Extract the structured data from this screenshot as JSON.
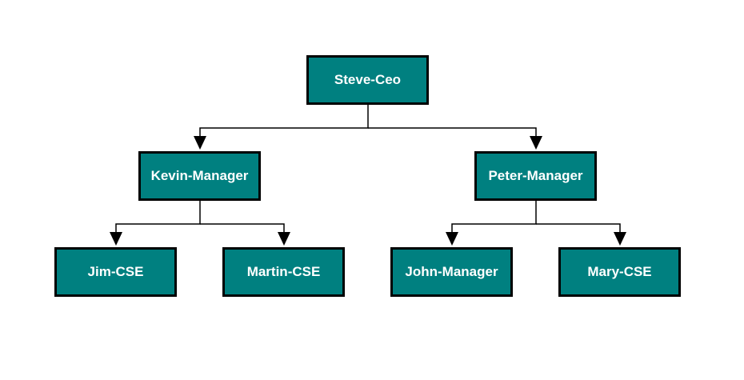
{
  "diagram": {
    "type": "org-chart",
    "colors": {
      "node_fill": "#008080",
      "node_border": "#000000",
      "node_text": "#ffffff",
      "connector": "#000000"
    },
    "nodes": {
      "ceo": "Steve-Ceo",
      "kevin": "Kevin-Manager",
      "peter": "Peter-Manager",
      "jim": "Jim-CSE",
      "martin": "Martin-CSE",
      "john": "John-Manager",
      "mary": "Mary-CSE"
    },
    "edges": [
      {
        "from": "Steve-Ceo",
        "to": "Kevin-Manager"
      },
      {
        "from": "Steve-Ceo",
        "to": "Peter-Manager"
      },
      {
        "from": "Kevin-Manager",
        "to": "Jim-CSE"
      },
      {
        "from": "Kevin-Manager",
        "to": "Martin-CSE"
      },
      {
        "from": "Peter-Manager",
        "to": "John-Manager"
      },
      {
        "from": "Peter-Manager",
        "to": "Mary-CSE"
      }
    ]
  }
}
